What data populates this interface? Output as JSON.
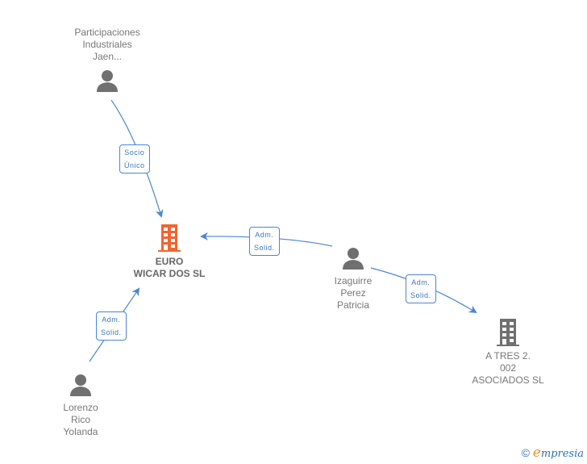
{
  "nodes": {
    "participaciones": {
      "label": "Participaciones\nIndustriales\nJaen...",
      "type": "person"
    },
    "euro_wicar": {
      "label": "EURO\nWICAR DOS SL",
      "type": "company-main"
    },
    "izaguirre": {
      "label": "Izaguirre\nPerez\nPatricia",
      "type": "person"
    },
    "a_tres": {
      "label": "A TRES 2.\n002\nASOCIADOS SL",
      "type": "company"
    },
    "lorenzo": {
      "label": "Lorenzo\nRico\nYolanda",
      "type": "person"
    }
  },
  "edges": [
    {
      "from": "participaciones",
      "to": "euro_wicar",
      "label": "Socio\nÚnico"
    },
    {
      "from": "izaguirre",
      "to": "euro_wicar",
      "label": "Adm.\nSolid."
    },
    {
      "from": "izaguirre",
      "to": "a_tres",
      "label": "Adm.\nSolid."
    },
    {
      "from": "lorenzo",
      "to": "euro_wicar",
      "label": "Adm.\nSolid."
    }
  ],
  "colors": {
    "edge": "#4a86d8",
    "main_company": "#f26430",
    "company": "#707070",
    "person": "#707070"
  },
  "footer": {
    "copyright": "©",
    "brand_initial": "e",
    "brand_rest": "mpresia"
  }
}
